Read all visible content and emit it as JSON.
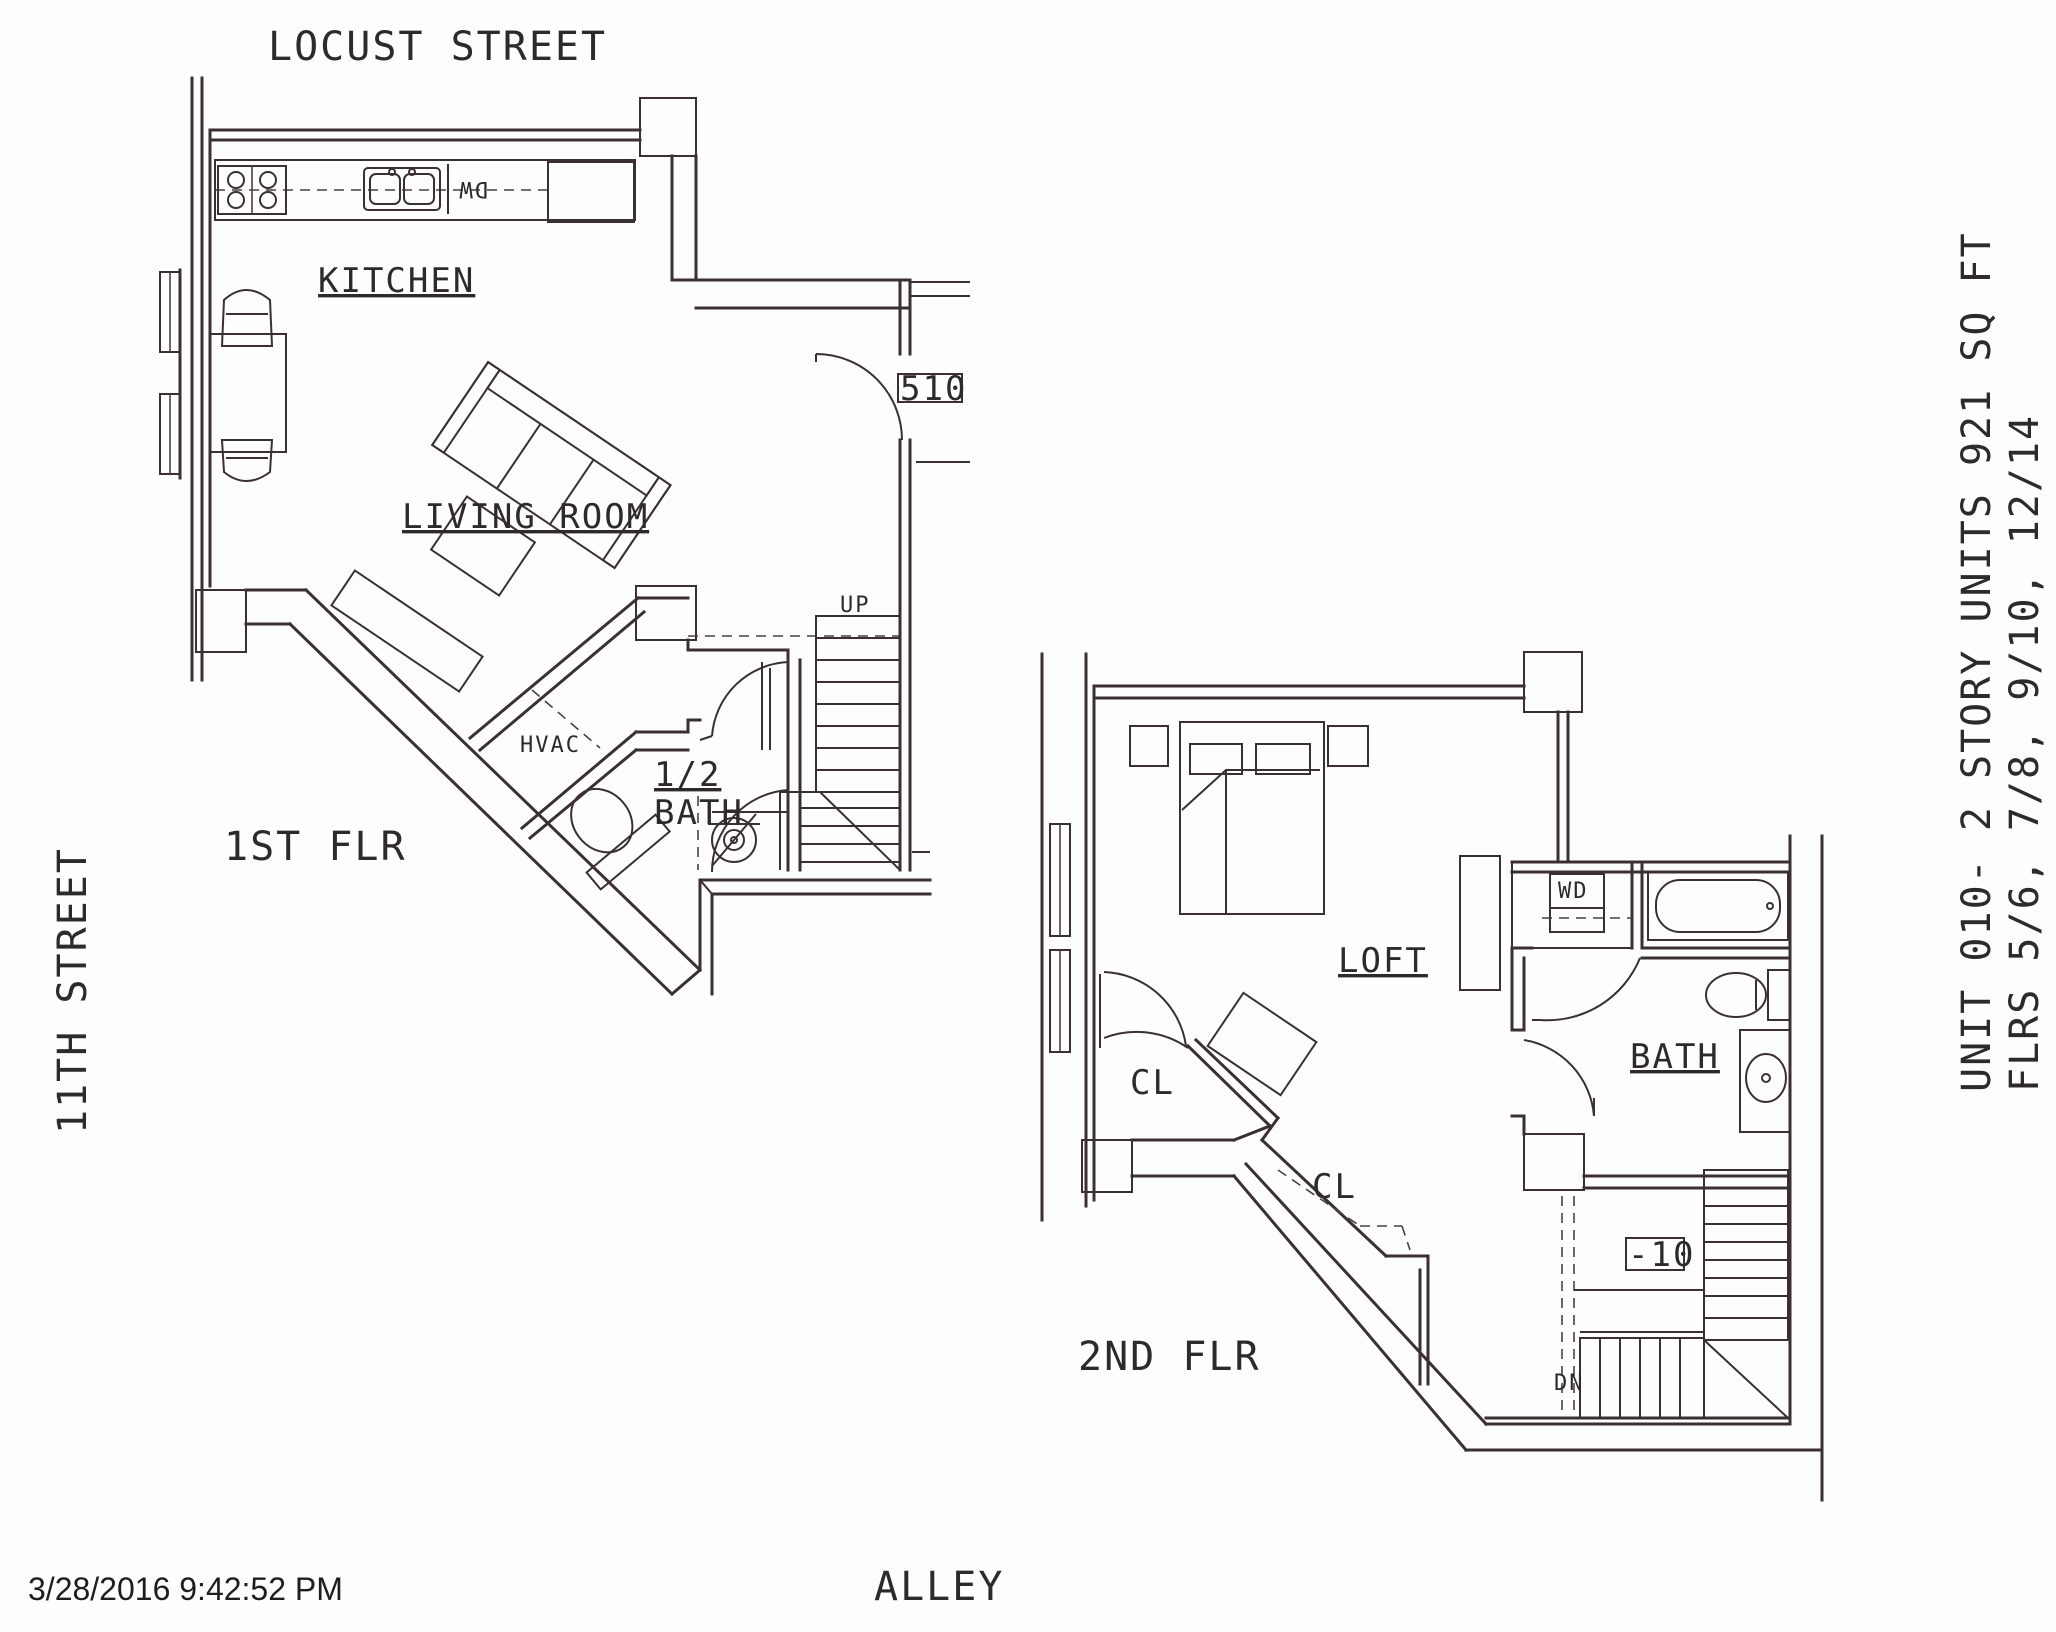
{
  "streets": {
    "top": "LOCUST STREET",
    "left": "11TH STREET",
    "bottom": "ALLEY"
  },
  "unit_info": {
    "line1": "UNIT 010- 2 STORY UNITS 921 SQ FT",
    "line2": "FLRS 5/6, 7/8, 9/10, 12/14"
  },
  "timestamp": "3/28/2016 9:42:52 PM",
  "first_floor": {
    "title": "1ST FLR",
    "kitchen": "KITCHEN",
    "living_room": "LIVING ROOM",
    "unit_tag": "510",
    "stairs": "UP",
    "hvac": "HVAC",
    "half_bath_1": "1/2",
    "half_bath_2": "BATH",
    "dw": "DW"
  },
  "second_floor": {
    "title": "2ND FLR",
    "loft": "LOFT",
    "bath": "BATH",
    "closet_1": "CL",
    "closet_2": "CL",
    "washer_dryer": "WD",
    "unit_tag": "-10",
    "stairs": "DN"
  }
}
